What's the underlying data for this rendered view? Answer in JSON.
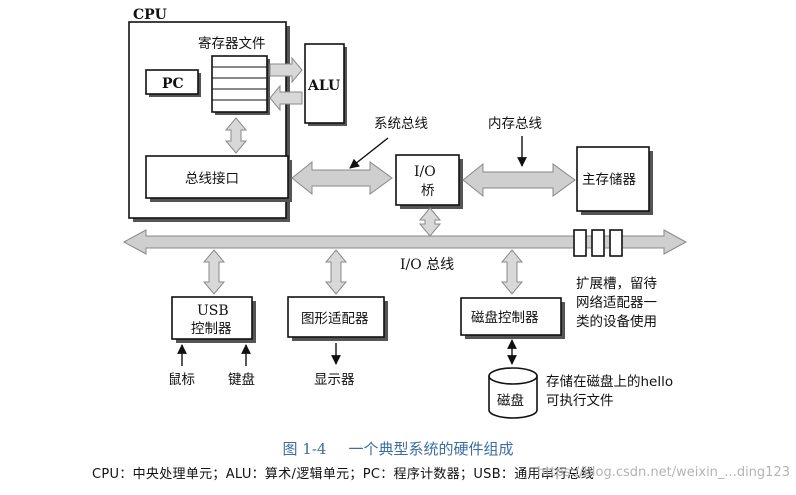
{
  "cpu": {
    "title": "CPU",
    "register_file": "寄存器文件",
    "pc": "PC",
    "alu": "ALU",
    "bus_interface": "总线接口"
  },
  "buses": {
    "system_bus": "系统总线",
    "memory_bus": "内存总线",
    "io_bus": "I/O 总线"
  },
  "io_bridge": {
    "line1": "I/O",
    "line2": "桥"
  },
  "main_memory": "主存储器",
  "expansion": {
    "line1": "扩展槽，留待",
    "line2": "网络适配器一",
    "line3": "类的设备使用"
  },
  "usb": {
    "line1": "USB",
    "line2": "控制器",
    "mouse": "鼠标",
    "keyboard": "键盘"
  },
  "graphics": {
    "label": "图形适配器",
    "display": "显示器"
  },
  "disk": {
    "controller": "磁盘控制器",
    "label": "磁盘",
    "note_line1": "存储在磁盘上的hello",
    "note_line2": "可执行文件"
  },
  "caption": {
    "number": "图 1-4",
    "text": "一个典型系统的硬件组成"
  },
  "legend": "CPU：中央处理单元；ALU：算术/逻辑单元；PC：程序计数器；USB：通用串行总线",
  "watermark": "https://blog.csdn.net/weixin_...ding123"
}
